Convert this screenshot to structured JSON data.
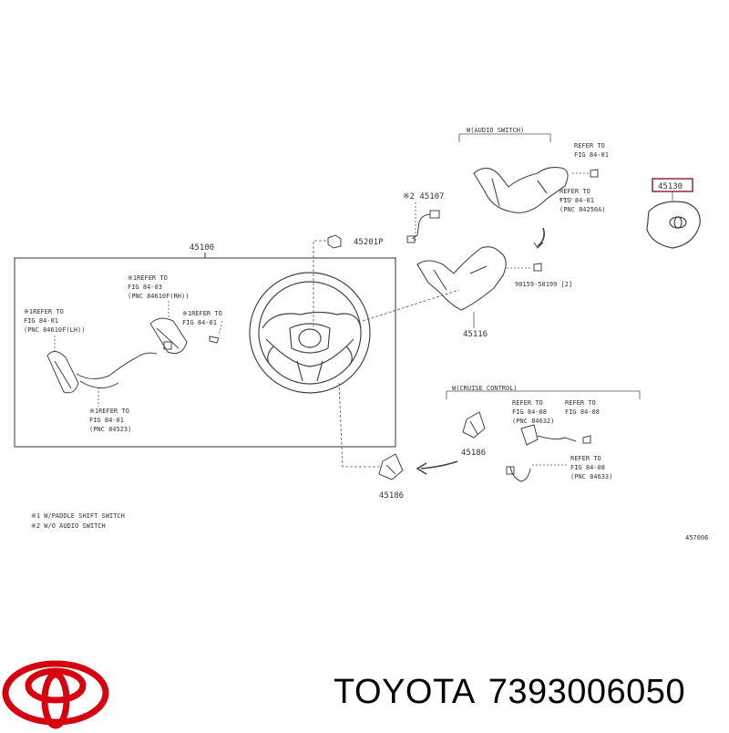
{
  "parts": {
    "steering_wheel": "45100",
    "pad_assy": "45130",
    "cover_lower": "45116",
    "cover_clip": "45186",
    "cover_clip_2": "45186",
    "bolt": "45201P",
    "wire": "※2 45107",
    "screw": "90159-50199 [2]",
    "diagram_code": "457006"
  },
  "group_labels": {
    "audio_switch": "W(AUDIO SWITCH)",
    "cruise_control": "W(CRUISE CONTROL)"
  },
  "refer": {
    "audio_1": [
      "REFER TO",
      "FIG 84-01"
    ],
    "audio_2": [
      "REFER TO",
      "FIG 84-01",
      "(PNC 84250A)"
    ],
    "paddle_rh": [
      "※1REFER TO",
      "FIG 84-03",
      "(PNC 84610F(RH))"
    ],
    "paddle_lh": [
      "※1REFER TO",
      "FIG 84-01",
      "(PNC 84610F(LH))"
    ],
    "paddle_screw": [
      "※1REFER TO",
      "FIG 84-01"
    ],
    "paddle_wire": [
      "※1REFER TO",
      "FIG 84-01",
      "(PNC 84523)"
    ],
    "cruise_switch": [
      "REFER TO",
      "FIG 84-08",
      "(PNC 84632)"
    ],
    "cruise_screw": [
      "REFER TO",
      "FIG 84-08"
    ],
    "cruise_wire": [
      "REFER TO",
      "FIG 84-08",
      "(PNC 84633)"
    ]
  },
  "notes": [
    "※1 W/PADDLE SHIFT SWITCH",
    "※2 W/O AUDIO SWITCH"
  ],
  "footer": {
    "brand": "TOYOTA",
    "part_number": "7393006050",
    "logo_color": "#d7000f"
  }
}
